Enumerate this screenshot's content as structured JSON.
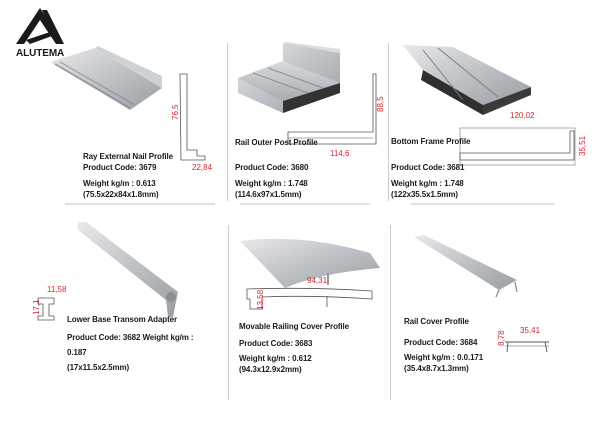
{
  "brand": {
    "name": "ALUTEMA"
  },
  "colors": {
    "dimension": "#d9232d",
    "text": "#1a1a1a"
  },
  "products": [
    {
      "title": "Ray External Nail Profile",
      "code": "Product Code: 3679",
      "weight": "Weight kg/m : 0.613",
      "dims": "(75.5x22x84x1.8mm)",
      "dim_labels": [
        "76,5",
        "22,84"
      ]
    },
    {
      "title": "Rail Outer Post Profile",
      "code": "Product Code: 3680",
      "weight": "Weight kg/m : 1.748",
      "dims": "(114.6x97x1.5mm)",
      "dim_labels": [
        "88,5",
        "114,6"
      ]
    },
    {
      "title": "Bottom Frame Profile",
      "code": "Product Code: 3681",
      "weight": "Weight kg/m : 1.748",
      "dims": "(122x35.5x1.5mm)",
      "dim_labels": [
        "120,02",
        "35,51"
      ]
    },
    {
      "title": "Lower Base Transom Adapter",
      "code": "Product Code: 3682 Weight kg/m :",
      "weight": "0.187",
      "dims": "(17x11.5x2.5mm)",
      "dim_labels": [
        "11,58",
        "17,1"
      ]
    },
    {
      "title": "Movable Railing Cover Profile",
      "code": "Product Code: 3683",
      "weight": "Weight kg/m : 0.612",
      "dims": "(94.3x12.9x2mm)",
      "dim_labels": [
        "94,31",
        "13,58"
      ]
    },
    {
      "title": "Rail Cover Profile",
      "code": "Product Code: 3684",
      "weight": "Weight kg/m : 0.0.171",
      "dims": "(35.4x8.7x1.3mm)",
      "dim_labels": [
        "8,78",
        "35,41"
      ]
    }
  ]
}
